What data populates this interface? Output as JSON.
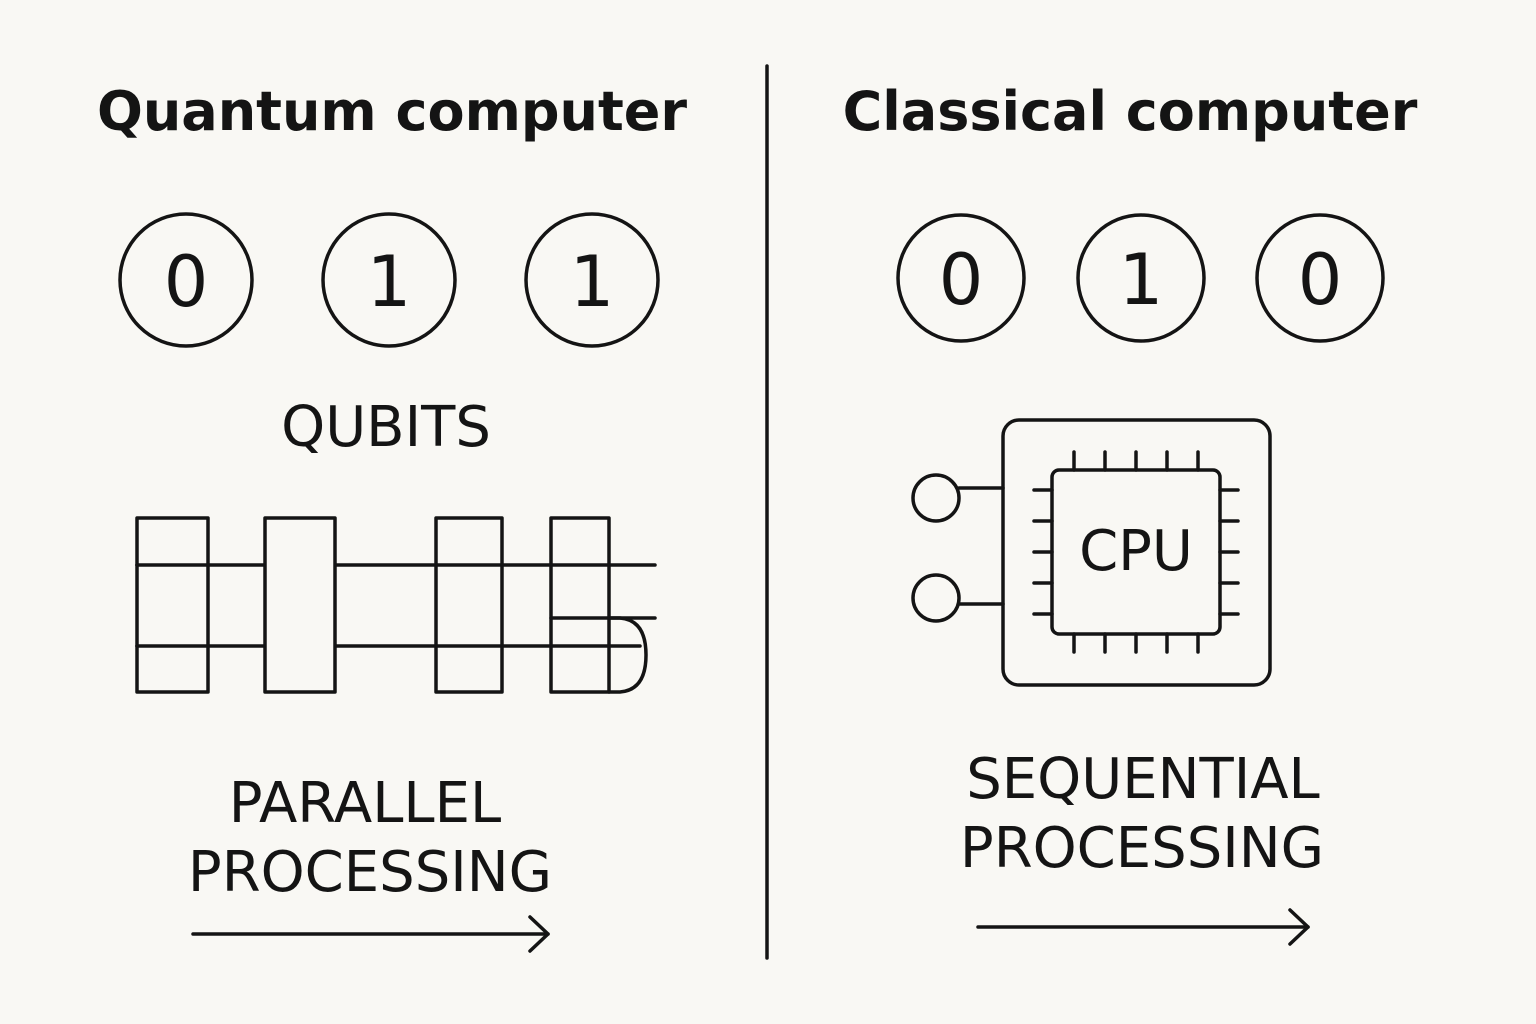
{
  "quantum": {
    "title": "Quantum computer",
    "bits": [
      "0",
      "1",
      "1"
    ],
    "label": "QUBITS",
    "processing_line1": "PARALLEL",
    "processing_line2": "PROCESSING"
  },
  "classical": {
    "title": "Classical computer",
    "bits": [
      "0",
      "1",
      "0"
    ],
    "chip_label": "CPU",
    "processing_line1": "SEQUENTIAL",
    "processing_line2": "PROCESSING"
  },
  "colors": {
    "background": "#f9f8f4",
    "ink": "#141414"
  },
  "icons": [
    "quantum-circuit-icon",
    "cpu-chip-icon",
    "arrow-right-icon"
  ]
}
